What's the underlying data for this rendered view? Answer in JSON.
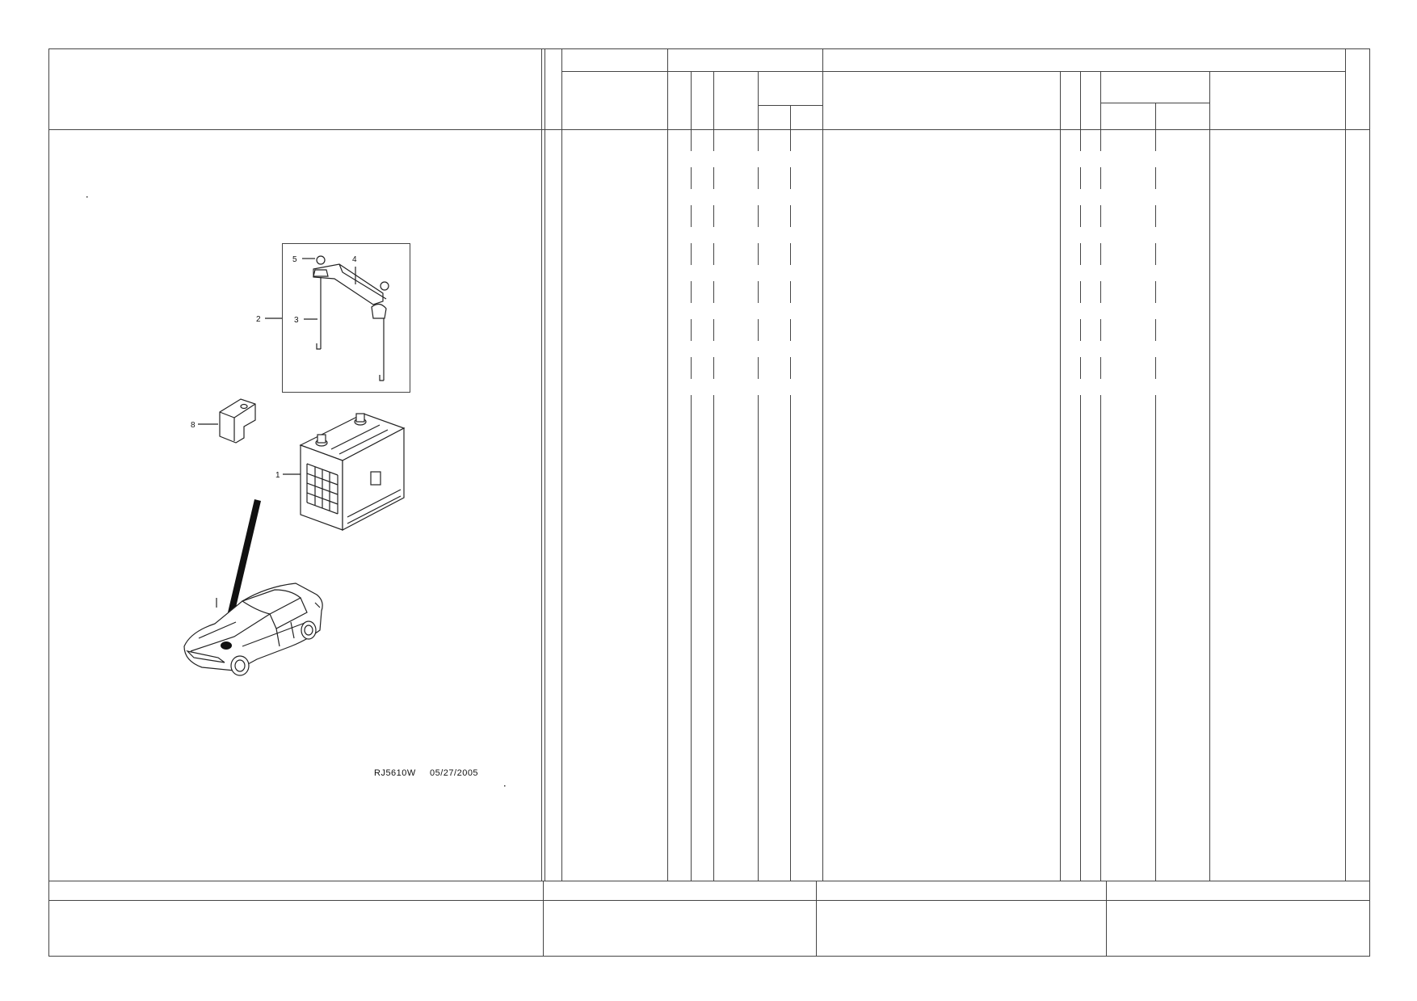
{
  "illustration": {
    "drawing_code": "RJ5610W",
    "drawing_date": "05/27/2005",
    "callouts": [
      "1",
      "2",
      "3",
      "4",
      "5",
      "8"
    ]
  },
  "icons": [
    "battery-icon",
    "hold-down-bracket-icon",
    "terminal-cover-icon",
    "vehicle-sedan-icon"
  ]
}
